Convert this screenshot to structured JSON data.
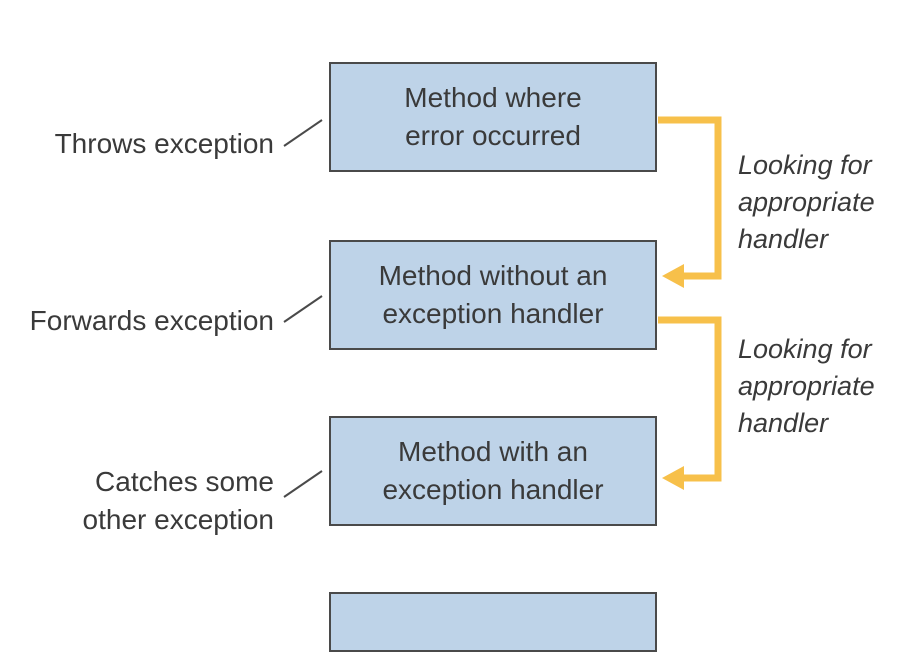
{
  "boxes": [
    {
      "line1": "Method where",
      "line2": "error occurred"
    },
    {
      "line1": "Method without an",
      "line2": "exception handler"
    },
    {
      "line1": "Method with an",
      "line2": "exception handler"
    },
    {
      "line1": "",
      "line2": ""
    }
  ],
  "side_labels": [
    {
      "line1": "Throws exception",
      "line2": ""
    },
    {
      "line1": "Forwards exception",
      "line2": ""
    },
    {
      "line1": "Catches some",
      "line2": "other exception"
    }
  ],
  "notes": [
    {
      "line1": "Looking for",
      "line2": "appropriate",
      "line3": "handler"
    },
    {
      "line1": "Looking for",
      "line2": "appropriate",
      "line3": "handler"
    }
  ],
  "colors": {
    "box_fill": "#bed3e8",
    "box_border": "#4a4a4a",
    "arrow": "#f7c04a",
    "text": "#3a3a3a"
  }
}
